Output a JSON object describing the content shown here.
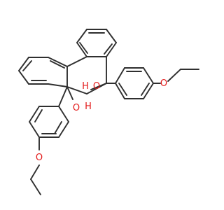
{
  "molecule": {
    "labels": {
      "oh_left": "O",
      "oh_left_h": "H",
      "oh_right": "O",
      "oh_right_h": "H",
      "ether_top": "O",
      "ether_bottom": "O"
    },
    "colors": {
      "bond": "#2f2f2f",
      "oxygen": "#e31b1b"
    }
  }
}
